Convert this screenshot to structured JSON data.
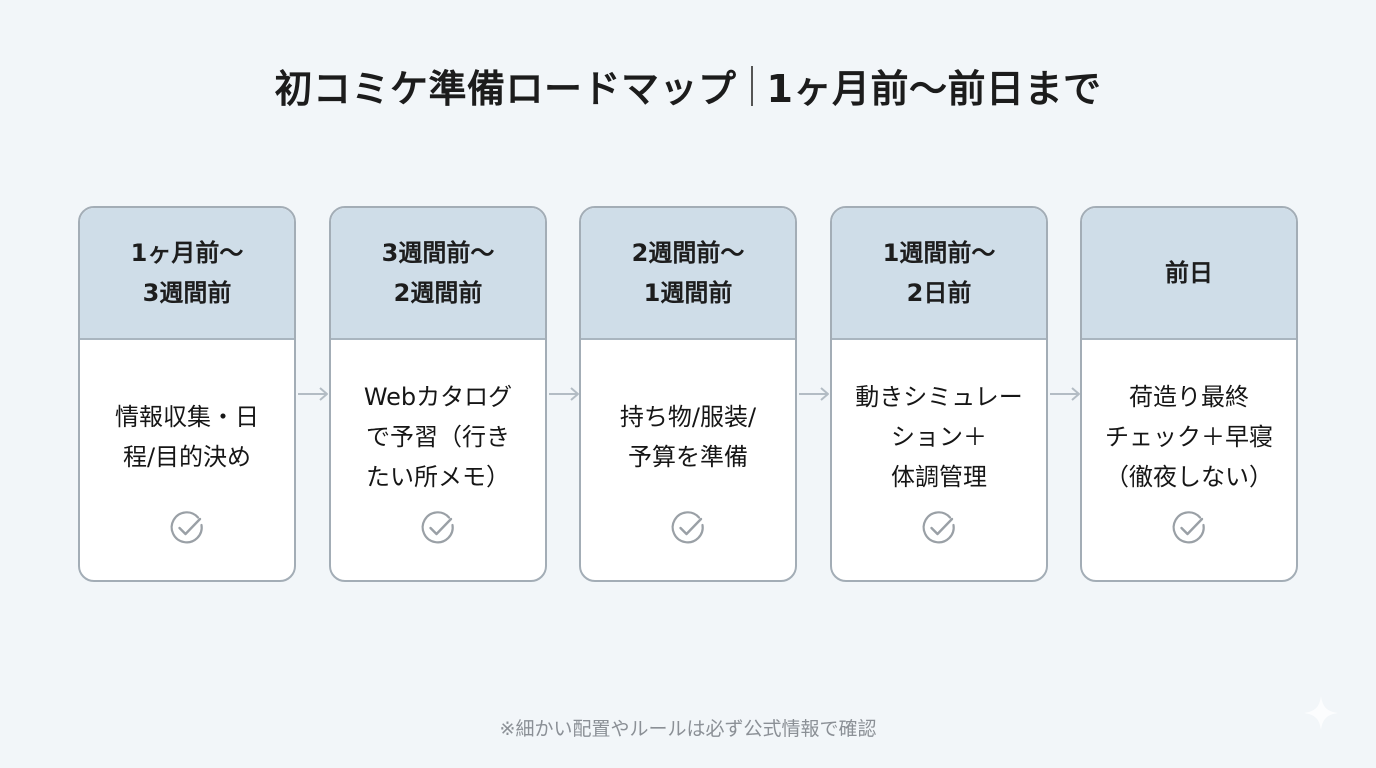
{
  "title": {
    "main": "初コミケ準備ロードマップ",
    "sub": "1ヶ月前〜前日まで"
  },
  "steps": [
    {
      "period_lines": [
        "1ヶ月前〜",
        "3週間前"
      ],
      "task_lines": [
        "情報収集・日",
        "程/目的決め"
      ],
      "icon": "check-circle-icon"
    },
    {
      "period_lines": [
        "3週間前〜",
        "2週間前"
      ],
      "task_lines": [
        "Webカタログ",
        "で予習（行き",
        "たい所メモ）"
      ],
      "icon": "check-circle-icon"
    },
    {
      "period_lines": [
        "2週間前〜",
        "1週間前"
      ],
      "task_lines": [
        "持ち物/服装/",
        "予算を準備"
      ],
      "icon": "check-circle-icon"
    },
    {
      "period_lines": [
        "1週間前〜",
        "2日前"
      ],
      "task_lines": [
        "動きシミュレー",
        "ション＋",
        "体調管理"
      ],
      "icon": "check-circle-icon"
    },
    {
      "period_lines": [
        "前日"
      ],
      "task_lines": [
        "荷造り最終",
        "チェック＋早寝",
        "（徹夜しない）"
      ],
      "icon": "check-circle-icon"
    }
  ],
  "connectors": [
    "arrow-right-icon",
    "arrow-right-icon",
    "arrow-right-icon",
    "arrow-right-icon"
  ],
  "footer": {
    "note": "※細かい配置やルールは必ず公式情報で確認"
  },
  "colors": {
    "background": "#f2f6f9",
    "header_fill": "#cfdde8",
    "card_border": "#a3adb6",
    "icon_gray": "#9aa0a6",
    "footer_text": "#8b9096"
  }
}
